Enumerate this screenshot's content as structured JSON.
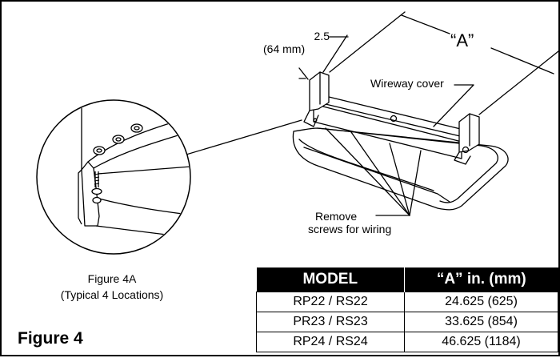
{
  "labels": {
    "dim_value": "2.5",
    "dim_mm": "(64 mm)",
    "dim_a": "“A”",
    "wireway_cover": "Wireway cover",
    "remove_line1": "Remove",
    "remove_line2": "screws for wiring",
    "figure_4a": "Figure  4A",
    "figure_4a_sub": "(Typical 4 Locations)",
    "figure_4": "Figure 4"
  },
  "table": {
    "headers": [
      "MODEL",
      "“A” in. (mm)"
    ],
    "rows": [
      {
        "model": "RP22 / RS22",
        "a": "24.625 (625)"
      },
      {
        "model": "PR23 / RS23",
        "a": "33.625 (854)"
      },
      {
        "model": "RP24 / RS24",
        "a": "46.625 (1184)"
      }
    ]
  },
  "colors": {
    "line": "#000000",
    "header_bg": "#000000",
    "header_text": "#ffffff",
    "background": "#ffffff"
  }
}
